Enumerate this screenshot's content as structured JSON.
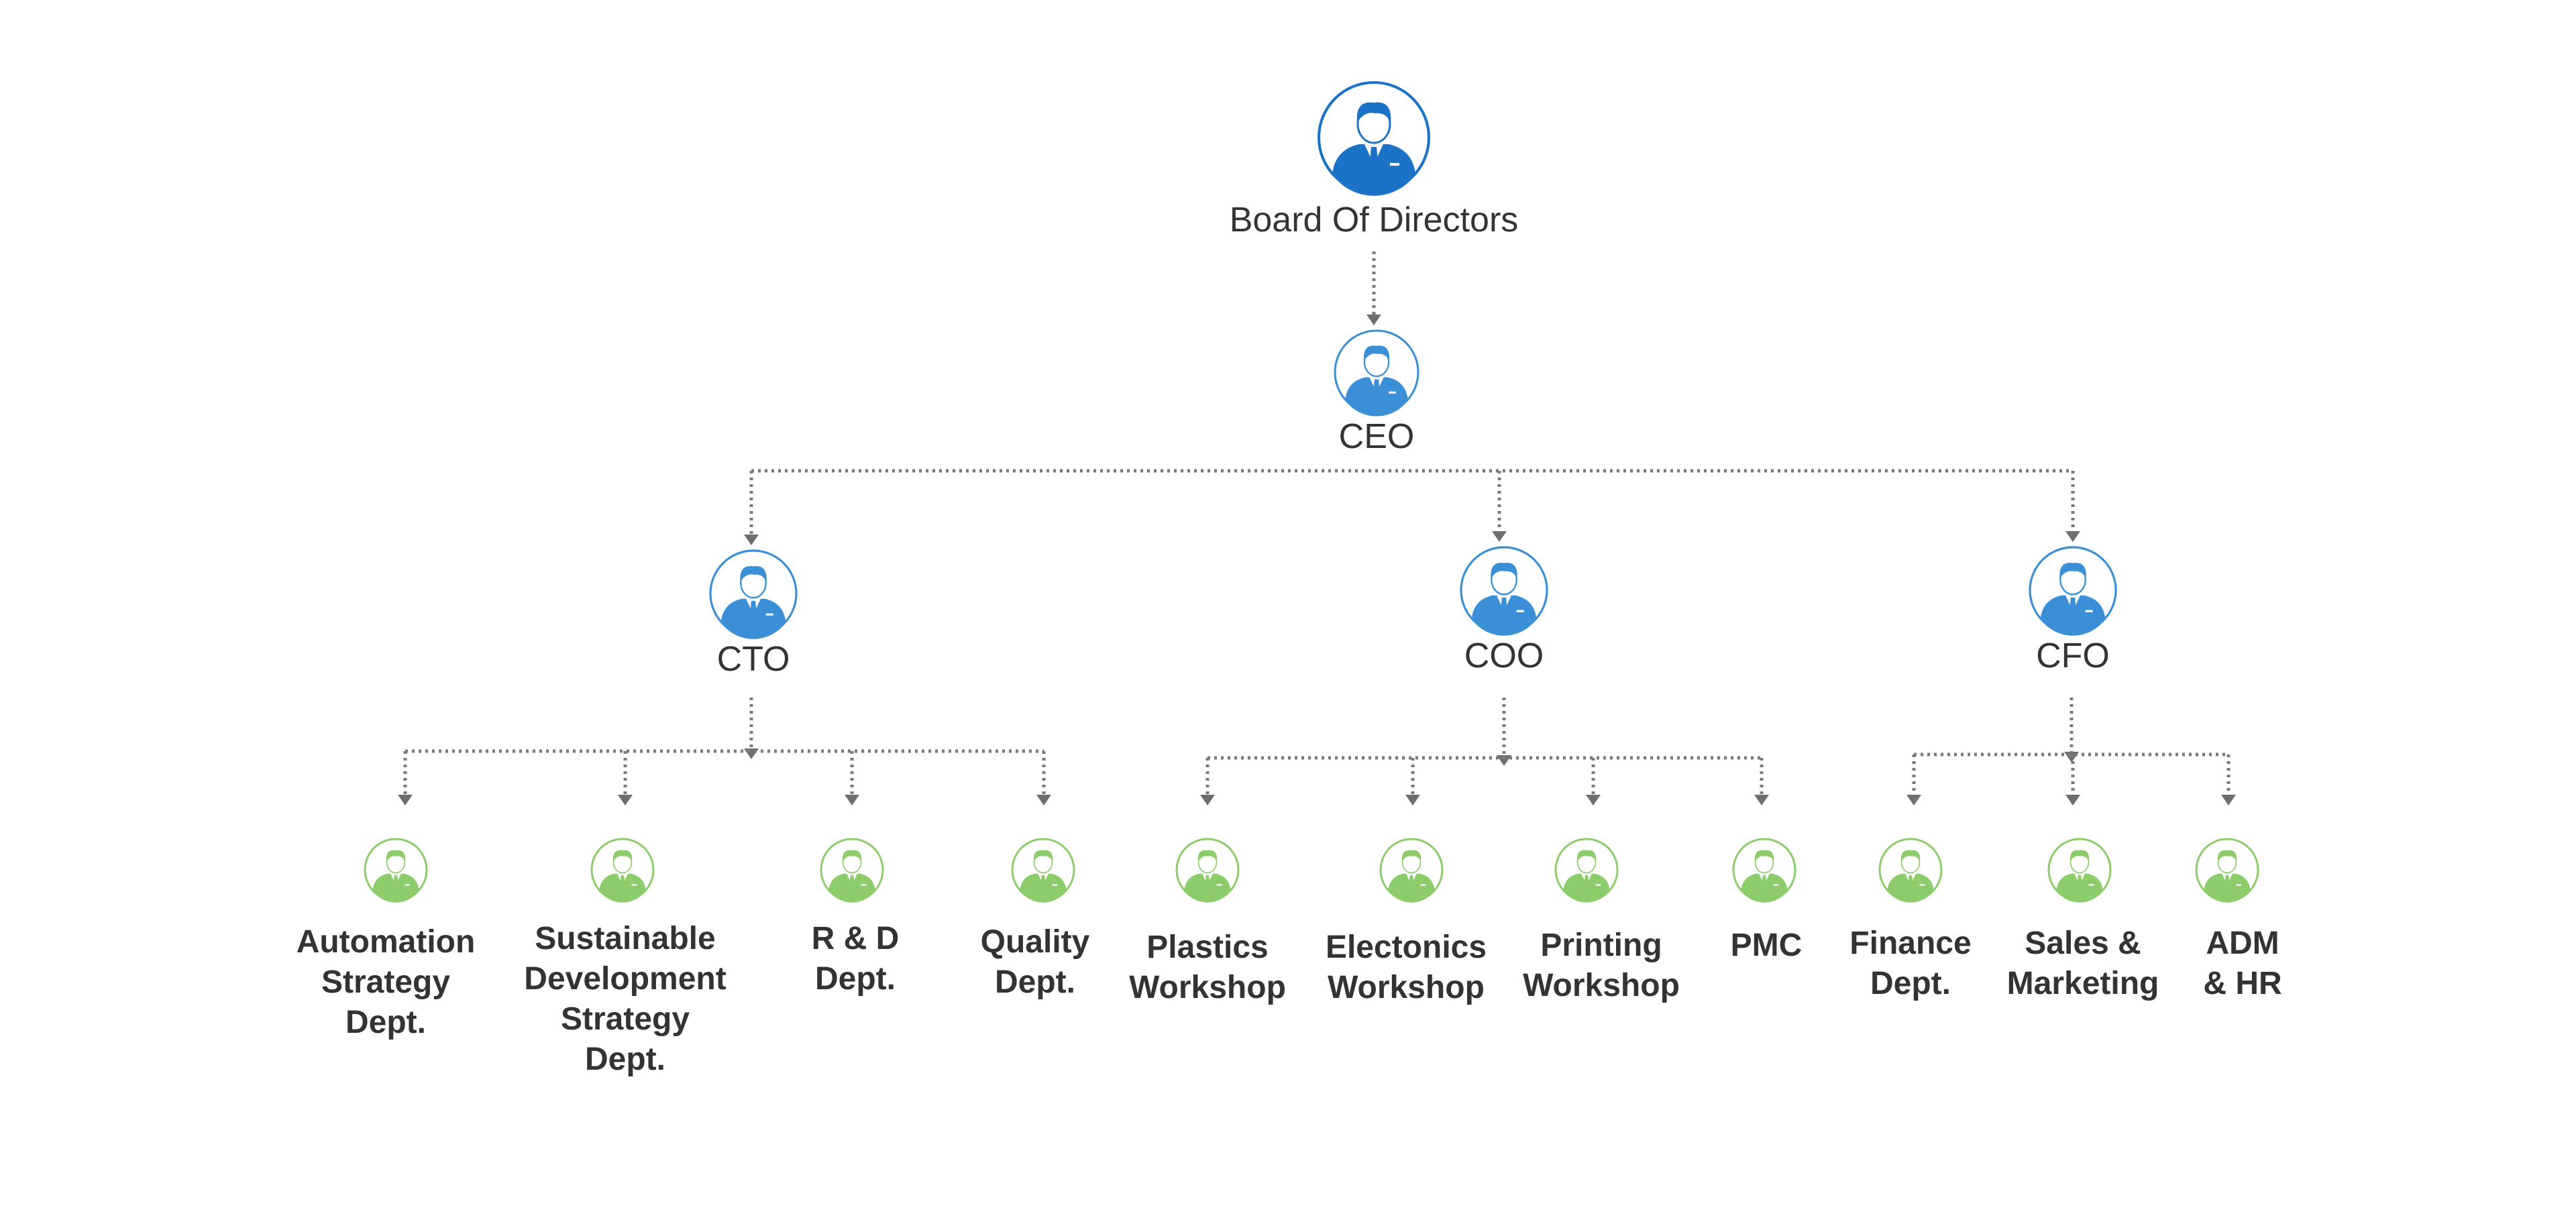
{
  "board": {
    "label": "Board Of Directors",
    "icon": "person-icon",
    "color": "#1c72c7"
  },
  "ceo": {
    "label": "CEO",
    "icon": "person-icon",
    "color": "#3b8fd6"
  },
  "executives": [
    {
      "label": "CTO",
      "icon": "person-icon",
      "color": "#3b8fd6",
      "departments": [
        {
          "lines": [
            "Automation",
            "Strategy",
            "Dept."
          ],
          "icon": "person-icon"
        },
        {
          "lines": [
            "Sustainable",
            "Development",
            "Strategy",
            "Dept."
          ],
          "icon": "person-icon"
        },
        {
          "lines": [
            "R & D",
            "Dept."
          ],
          "icon": "person-icon"
        },
        {
          "lines": [
            "Quality",
            "Dept."
          ],
          "icon": "person-icon"
        }
      ]
    },
    {
      "label": "COO",
      "icon": "person-icon",
      "color": "#3b8fd6",
      "departments": [
        {
          "lines": [
            "Plastics",
            "Workshop"
          ],
          "icon": "person-icon"
        },
        {
          "lines": [
            "Electonics",
            "Workshop"
          ],
          "icon": "person-icon"
        },
        {
          "lines": [
            "Printing",
            "Workshop"
          ],
          "icon": "person-icon"
        },
        {
          "lines": [
            "PMC"
          ],
          "icon": "person-icon"
        }
      ]
    },
    {
      "label": "CFO",
      "icon": "person-icon",
      "color": "#3b8fd6",
      "departments": [
        {
          "lines": [
            "Finance",
            "Dept."
          ],
          "icon": "person-icon"
        },
        {
          "lines": [
            "Sales &",
            "Marketing"
          ],
          "icon": "person-icon"
        },
        {
          "lines": [
            "ADM",
            "& HR"
          ],
          "icon": "person-icon"
        }
      ]
    }
  ],
  "colors": {
    "department": "#8ccc6a",
    "connector": "#7a7a7a",
    "text": "#333333"
  }
}
